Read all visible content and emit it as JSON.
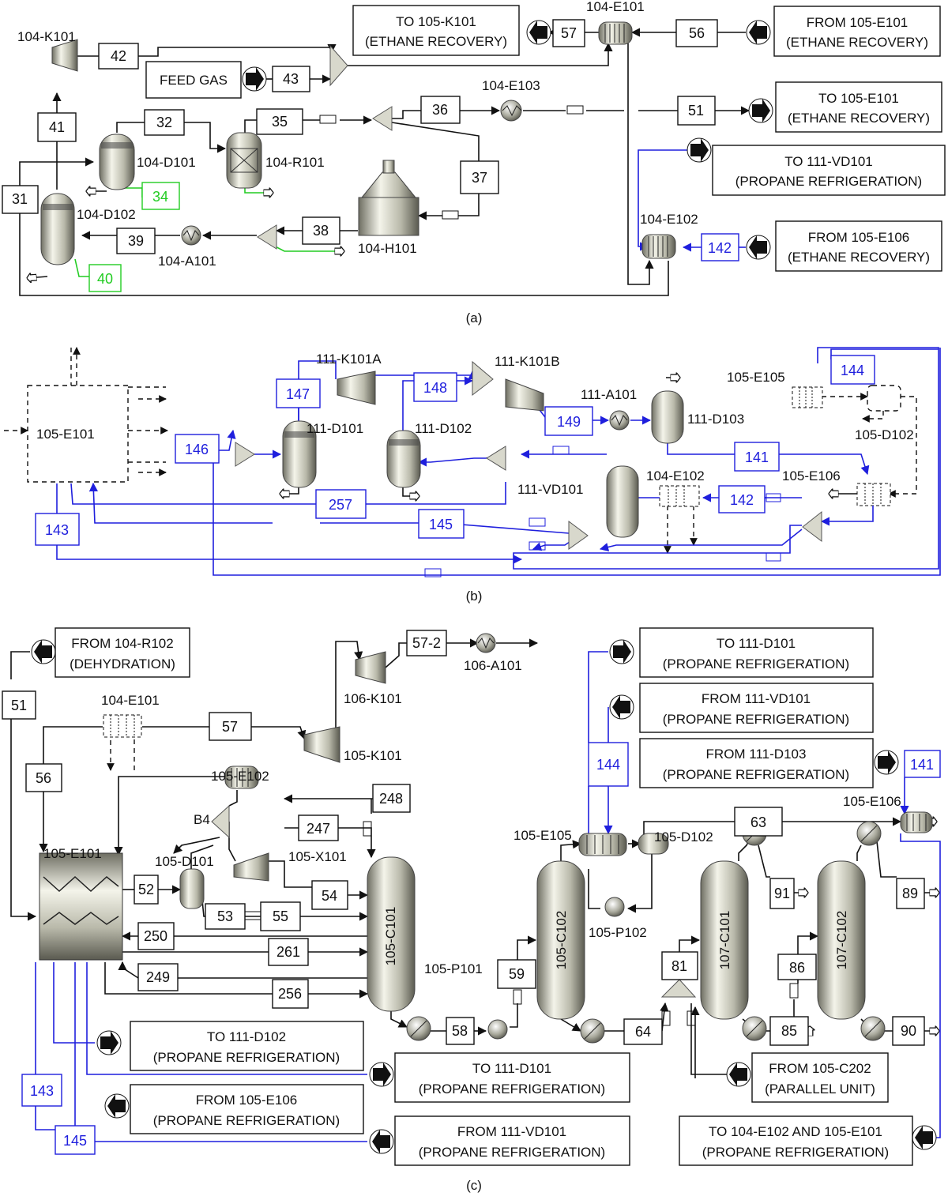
{
  "panel_a": {
    "caption": "(a)",
    "streams": {
      "s41": "41",
      "s42": "42",
      "s43": "43",
      "s32": "32",
      "s35": "35",
      "s36": "36",
      "s37": "37",
      "s38": "38",
      "s39": "39",
      "s31": "31",
      "s34": "34",
      "s40": "40",
      "s57": "57",
      "s56": "56",
      "s51": "51",
      "s142": "142"
    },
    "equipment": {
      "k101": "104-K101",
      "d101": "104-D101",
      "r101": "104-R101",
      "d102": "104-D102",
      "a101": "104-A101",
      "h101": "104-H101",
      "e103": "104-E103",
      "e101": "104-E101",
      "e102": "104-E102"
    },
    "externals": {
      "feed": "FEED GAS",
      "to_k101_1": "TO 105-K101",
      "to_k101_2": "(ETHANE RECOVERY)",
      "from_e101_1": "FROM 105-E101",
      "from_e101_2": "(ETHANE RECOVERY)",
      "to_e101_1": "TO 105-E101",
      "to_e101_2": "(ETHANE RECOVERY)",
      "to_vd101_1": "TO 111-VD101",
      "to_vd101_2": "(PROPANE REFRIGERATION)",
      "from_e106_1": "FROM 105-E106",
      "from_e106_2": "(ETHANE RECOVERY)"
    }
  },
  "panel_b": {
    "caption": "(b)",
    "streams": {
      "s147": "147",
      "s148": "148",
      "s149": "149",
      "s146": "146",
      "s144": "144",
      "s141": "141",
      "s142": "142",
      "s257": "257",
      "s145": "145",
      "s143": "143"
    },
    "equipment": {
      "e101": "105-E101",
      "k101a": "111-K101A",
      "k101b": "111-K101B",
      "a101": "111-A101",
      "d103": "111-D103",
      "e105": "105-E105",
      "d102b": "105-D102",
      "d101": "111-D101",
      "d102": "111-D102",
      "vd101": "111-VD101",
      "e102": "104-E102",
      "e106": "105-E106"
    }
  },
  "panel_c": {
    "caption": "(c)",
    "streams": {
      "s51": "51",
      "s56": "56",
      "s57": "57",
      "s572": "57-2",
      "s248": "248",
      "s247": "247",
      "s52": "52",
      "s53": "53",
      "s54": "54",
      "s55": "55",
      "s250": "250",
      "s261": "261",
      "s249": "249",
      "s256": "256",
      "s58": "58",
      "s59": "59",
      "s64": "64",
      "s63": "63",
      "s144": "144",
      "s141": "141",
      "s81": "81",
      "s91": "91",
      "s86": "86",
      "s89": "89",
      "s85": "85",
      "s90": "90",
      "s143": "143",
      "s145": "145"
    },
    "equipment": {
      "e101h": "104-E101",
      "a101": "106-A101",
      "k106": "106-K101",
      "k105": "105-K101",
      "e102": "105-E102",
      "b4": "B4",
      "x101": "105-X101",
      "e101": "105-E101",
      "d101": "105-D101",
      "c101": "105-C101",
      "p101": "105-P101",
      "c102": "105-C102",
      "e105": "105-E105",
      "d102": "105-D102",
      "p102": "105-P102",
      "e106": "105-E106",
      "c107a": "107-C101",
      "c107b": "107-C102"
    },
    "externals": {
      "from_r102_1": "FROM 104-R102",
      "from_r102_2": "(DEHYDRATION)",
      "to_d101a_1": "TO 111-D101",
      "to_d101a_2": "(PROPANE REFRIGERATION)",
      "from_vd101a_1": "FROM 111-VD101",
      "from_vd101a_2": "(PROPANE REFRIGERATION)",
      "from_d103_1": "FROM 111-D103",
      "from_d103_2": "(PROPANE REFRIGERATION)",
      "to_d102_1": "TO 111-D102",
      "to_d102_2": "(PROPANE REFRIGERATION)",
      "to_d101b_1": "TO 111-D101",
      "to_d101b_2": "(PROPANE REFRIGERATION)",
      "from_e106_1": "FROM 105-E106",
      "from_e106_2": "(PROPANE REFRIGERATION)",
      "from_vd101b_1": "FROM 111-VD101",
      "from_vd101b_2": "(PROPANE REFRIGERATION)",
      "from_c202_1": "FROM 105-C202",
      "from_c202_2": "(PARALLEL UNIT)",
      "to_e102_1": "TO 104-E102  AND 105-E101",
      "to_e102_2": "(PROPANE REFRIGERATION)"
    }
  }
}
